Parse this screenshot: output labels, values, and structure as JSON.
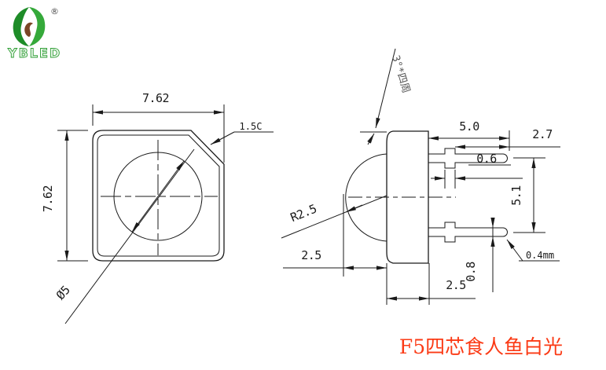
{
  "logo": {
    "brand": "YBLED",
    "registered_mark": "®"
  },
  "top_view": {
    "dim_width": "7.62",
    "dim_height": "7.62",
    "lens_diameter": "Ø5",
    "chamfer": "1.5C"
  },
  "side_view": {
    "draft_angle_note": "3°*四周",
    "dim_lead_length": "5.0",
    "dim_lead_exposed": "2.7",
    "dim_tab_width": "0.6",
    "dim_lead_pitch": "5.1",
    "dim_lead_thickness": "0.4mm",
    "dim_lead_width": "0.8",
    "dome_radius": "R2.5",
    "dim_dome_height": "2.5",
    "dim_body_thickness": "2.5"
  },
  "caption": {
    "title": "F5四芯食人鱼白光"
  },
  "colors": {
    "line": "#1a1a1a",
    "caption_red": "#fb3a15",
    "logo_green": "#2f9e35",
    "logo_dark_green": "#1e8c28",
    "logo_brown": "#7b4526"
  }
}
